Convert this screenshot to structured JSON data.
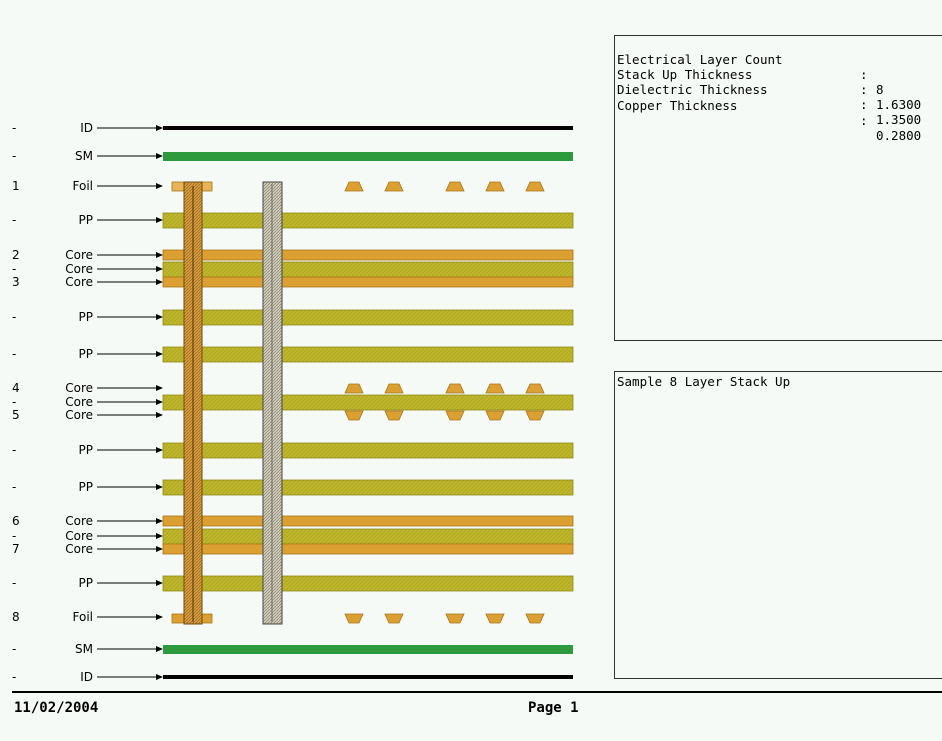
{
  "layers": [
    {
      "num": "-",
      "name": "ID",
      "kind": "id"
    },
    {
      "num": "-",
      "name": "SM",
      "kind": "sm"
    },
    {
      "num": "1",
      "name": "Foil",
      "kind": "foil-top"
    },
    {
      "num": "-",
      "name": "PP",
      "kind": "pp"
    },
    {
      "num": "2",
      "name": "Core",
      "kind": "copper"
    },
    {
      "num": "-",
      "name": "Core",
      "kind": "core"
    },
    {
      "num": "3",
      "name": "Core",
      "kind": "copper"
    },
    {
      "num": "-",
      "name": "PP",
      "kind": "pp"
    },
    {
      "num": "-",
      "name": "PP",
      "kind": "pp"
    },
    {
      "num": "4",
      "name": "Core",
      "kind": "traces-top"
    },
    {
      "num": "-",
      "name": "Core",
      "kind": "core"
    },
    {
      "num": "5",
      "name": "Core",
      "kind": "traces-bottom"
    },
    {
      "num": "-",
      "name": "PP",
      "kind": "pp"
    },
    {
      "num": "-",
      "name": "PP",
      "kind": "pp"
    },
    {
      "num": "6",
      "name": "Core",
      "kind": "copper"
    },
    {
      "num": "-",
      "name": "Core",
      "kind": "core"
    },
    {
      "num": "7",
      "name": "Core",
      "kind": "copper"
    },
    {
      "num": "-",
      "name": "PP",
      "kind": "pp"
    },
    {
      "num": "8",
      "name": "Foil",
      "kind": "foil-bottom"
    },
    {
      "num": "-",
      "name": "SM",
      "kind": "sm"
    },
    {
      "num": "-",
      "name": "ID",
      "kind": "id"
    }
  ],
  "info": {
    "rows": [
      {
        "key": "Electrical Layer Count",
        "value": "8"
      },
      {
        "key": "Stack Up Thickness",
        "value": "1.6300"
      },
      {
        "key": "Dielectric Thickness",
        "value": "1.3500"
      },
      {
        "key": "Copper Thickness",
        "value": "0.2800"
      }
    ],
    "separator": ":"
  },
  "notes": {
    "text": "Sample 8 Layer Stack Up"
  },
  "footer": {
    "date": "11/02/2004",
    "page": "Page 1"
  },
  "colors": {
    "background": "#f5faf6",
    "id_line": "#000000",
    "solder_mask": "#2e9a3e",
    "prepreg": "#bdb52a",
    "copper": "#dca032",
    "via_fill": "#dca040",
    "pth_fill": "#d6d2c0"
  }
}
